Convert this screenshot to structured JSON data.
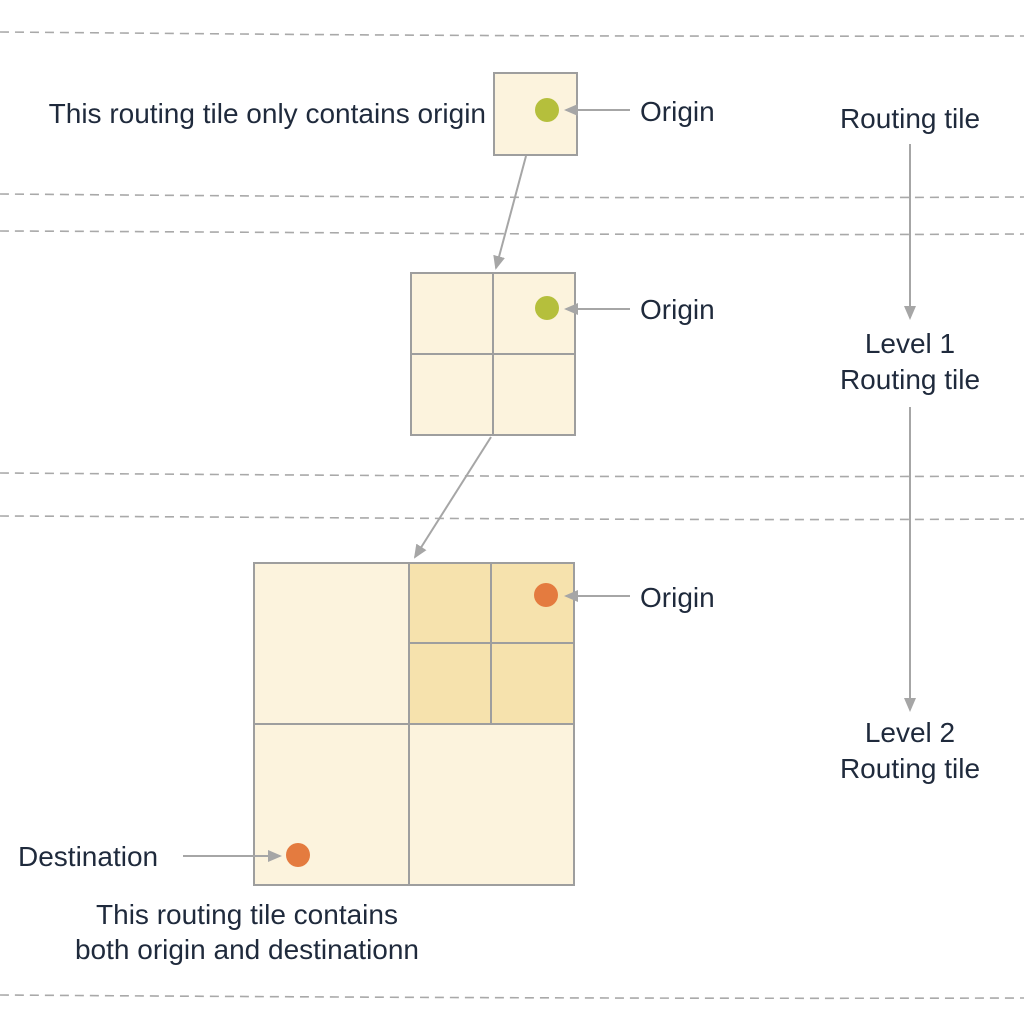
{
  "labels": {
    "top_tile_note": "This routing tile only contains origin",
    "origin_top": "Origin",
    "origin_mid": "Origin",
    "origin_bottom": "Origin",
    "destination": "Destination",
    "bottom_note_line1": "This routing tile contains",
    "bottom_note_line2": "both origin and destinationn",
    "level0": "Routing tile",
    "level1_line1": "Level 1",
    "level1_line2": "Routing tile",
    "level2_line1": "Level 2",
    "level2_line2": "Routing tile"
  },
  "colors": {
    "tile_fill": "#fcf3dd",
    "tile_highlight": "#f6e2ad",
    "tile_stroke": "#9e9e9e",
    "origin_green": "#b5bf3c",
    "point_orange": "#e47b3f",
    "arrow": "#a6a6a6",
    "divider": "#a9a9a9",
    "text": "#1f2a3c"
  }
}
